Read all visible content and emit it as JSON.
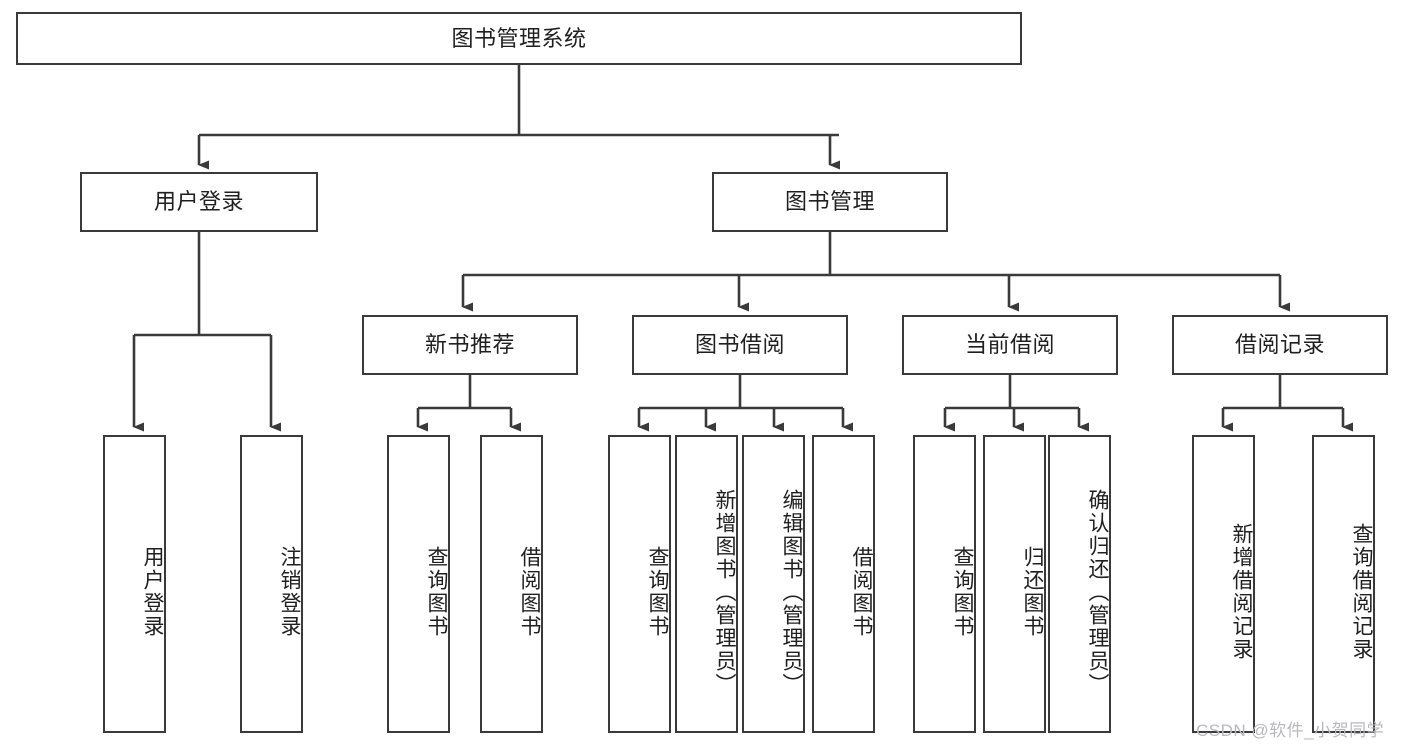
{
  "diagram": {
    "title": "图书管理系统",
    "type": "hierarchy-tree",
    "colors": {
      "background": "#ffffff",
      "node_border": "#3a3a3c",
      "node_fill": "#ffffff",
      "edge": "#3a3a3c",
      "text": "#1f1f1f",
      "watermark": "#b9b9bd"
    },
    "root": {
      "label": "图书管理系统"
    },
    "level2": [
      {
        "label": "用户登录"
      },
      {
        "label": "图书管理"
      }
    ],
    "level3": [
      {
        "label": "新书推荐"
      },
      {
        "label": "图书借阅"
      },
      {
        "label": "当前借阅"
      },
      {
        "label": "借阅记录"
      }
    ],
    "leaves_user_login": [
      {
        "label": "用户登录"
      },
      {
        "label": "注销登录"
      }
    ],
    "leaves_new_book": [
      {
        "label": "查询图书"
      },
      {
        "label": "借阅图书"
      }
    ],
    "leaves_borrow": [
      {
        "label": "查询图书"
      },
      {
        "label": "新增图书（管理员）"
      },
      {
        "label": "编辑图书（管理员）"
      },
      {
        "label": "借阅图书"
      }
    ],
    "leaves_current": [
      {
        "label": "查询图书"
      },
      {
        "label": "归还图书"
      },
      {
        "label": "确认归还（管理员）"
      }
    ],
    "leaves_records": [
      {
        "label": "新增借阅记录"
      },
      {
        "label": "查询借阅记录"
      }
    ]
  },
  "watermark": {
    "text": "CSDN @软件_小贺同学"
  }
}
